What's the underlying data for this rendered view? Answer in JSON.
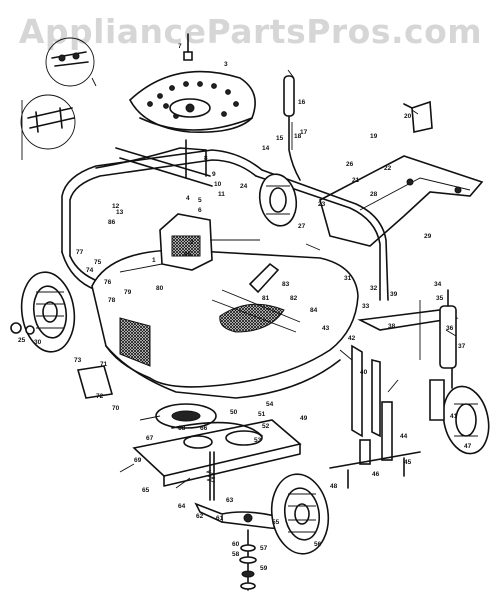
{
  "watermark": "AppliancePartsPros.com",
  "callouts": [
    {
      "id": "c1",
      "text": "7"
    },
    {
      "id": "c2",
      "text": "3"
    },
    {
      "id": "c3",
      "text": "16"
    },
    {
      "id": "c4",
      "text": "17"
    },
    {
      "id": "c5",
      "text": "18"
    },
    {
      "id": "c6",
      "text": "15"
    },
    {
      "id": "c7",
      "text": "14"
    },
    {
      "id": "c8",
      "text": "19"
    },
    {
      "id": "c9",
      "text": "20"
    },
    {
      "id": "c10",
      "text": "21"
    },
    {
      "id": "c11",
      "text": "22"
    },
    {
      "id": "c12",
      "text": "23"
    },
    {
      "id": "c13",
      "text": "24"
    },
    {
      "id": "c14",
      "text": "25"
    },
    {
      "id": "c15",
      "text": "26"
    },
    {
      "id": "c16",
      "text": "27"
    },
    {
      "id": "c17",
      "text": "28"
    },
    {
      "id": "c18",
      "text": "29"
    },
    {
      "id": "c19",
      "text": "30"
    },
    {
      "id": "c20",
      "text": "31"
    },
    {
      "id": "c21",
      "text": "32"
    },
    {
      "id": "c22",
      "text": "33"
    },
    {
      "id": "c23",
      "text": "34"
    },
    {
      "id": "c24",
      "text": "35"
    },
    {
      "id": "c25",
      "text": "36"
    },
    {
      "id": "c26",
      "text": "37"
    },
    {
      "id": "c27",
      "text": "38"
    },
    {
      "id": "c28",
      "text": "39"
    },
    {
      "id": "c29",
      "text": "40"
    },
    {
      "id": "c30",
      "text": "41"
    },
    {
      "id": "c31",
      "text": "42"
    },
    {
      "id": "c32",
      "text": "43"
    },
    {
      "id": "c33",
      "text": "44"
    },
    {
      "id": "c34",
      "text": "45"
    },
    {
      "id": "c35",
      "text": "46"
    },
    {
      "id": "c36",
      "text": "47"
    },
    {
      "id": "c37",
      "text": "48"
    },
    {
      "id": "c38",
      "text": "49"
    },
    {
      "id": "c39",
      "text": "50"
    },
    {
      "id": "c40",
      "text": "51"
    },
    {
      "id": "c41",
      "text": "52"
    },
    {
      "id": "c42",
      "text": "53"
    },
    {
      "id": "c43",
      "text": "54"
    },
    {
      "id": "c44",
      "text": "55"
    },
    {
      "id": "c45",
      "text": "56"
    },
    {
      "id": "c46",
      "text": "57"
    },
    {
      "id": "c47",
      "text": "58"
    },
    {
      "id": "c48",
      "text": "59"
    },
    {
      "id": "c49",
      "text": "60"
    },
    {
      "id": "c50",
      "text": "61"
    },
    {
      "id": "c51",
      "text": "62"
    },
    {
      "id": "c52",
      "text": "63"
    },
    {
      "id": "c53",
      "text": "64"
    },
    {
      "id": "c54",
      "text": "65"
    },
    {
      "id": "c55",
      "text": "66"
    },
    {
      "id": "c56",
      "text": "67"
    },
    {
      "id": "c57",
      "text": "68"
    },
    {
      "id": "c58",
      "text": "69"
    },
    {
      "id": "c59",
      "text": "70"
    },
    {
      "id": "c60",
      "text": "71"
    },
    {
      "id": "c61",
      "text": "72"
    },
    {
      "id": "c62",
      "text": "73"
    },
    {
      "id": "c63",
      "text": "74"
    },
    {
      "id": "c64",
      "text": "75"
    },
    {
      "id": "c65",
      "text": "76"
    },
    {
      "id": "c66",
      "text": "77"
    },
    {
      "id": "c67",
      "text": "78"
    },
    {
      "id": "c68",
      "text": "79"
    },
    {
      "id": "c69",
      "text": "80"
    },
    {
      "id": "c70",
      "text": "81"
    },
    {
      "id": "c71",
      "text": "82"
    },
    {
      "id": "c72",
      "text": "83"
    },
    {
      "id": "c73",
      "text": "84"
    },
    {
      "id": "c74",
      "text": "85"
    },
    {
      "id": "c75",
      "text": "86"
    },
    {
      "id": "c76",
      "text": "1"
    },
    {
      "id": "c77",
      "text": "2"
    },
    {
      "id": "c78",
      "text": "4"
    },
    {
      "id": "c79",
      "text": "5"
    },
    {
      "id": "c80",
      "text": "6"
    },
    {
      "id": "c81",
      "text": "8"
    },
    {
      "id": "c82",
      "text": "9"
    },
    {
      "id": "c83",
      "text": "10"
    },
    {
      "id": "c84",
      "text": "11"
    },
    {
      "id": "c85",
      "text": "12"
    },
    {
      "id": "c86",
      "text": "13"
    }
  ]
}
